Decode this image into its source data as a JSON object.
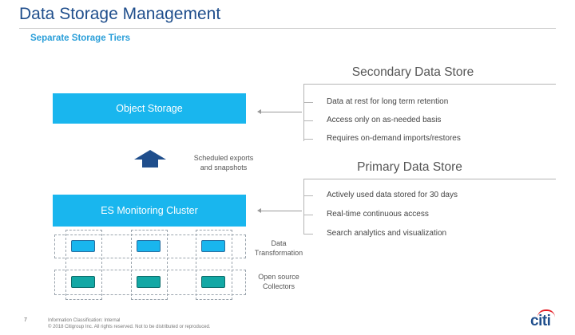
{
  "header": {
    "title": "Data Storage Management",
    "subtitle": "Separate Storage Tiers"
  },
  "tiers": {
    "object_storage": "Object Storage",
    "es_cluster": "ES Monitoring Cluster",
    "between_label_1": "Scheduled exports",
    "between_label_2": "and snapshots"
  },
  "secondary": {
    "heading": "Secondary Data Store",
    "bullets": [
      "Data at rest for long term retention",
      "Access only on as-needed basis",
      "Requires on-demand imports/restores"
    ]
  },
  "primary": {
    "heading": "Primary Data Store",
    "bullets": [
      "Actively used data stored for 30 days",
      "Real-time continuous access",
      "Search analytics and visualization"
    ]
  },
  "nodes": {
    "data_transformation_1": "Data",
    "data_transformation_2": "Transformation",
    "collectors_1": "Open source",
    "collectors_2": "Collectors"
  },
  "footer": {
    "page": "7",
    "classification": "Information Classification: Internal",
    "copyright": "© 2018 Citigroup Inc. All rights reserved. Not to be distributed or reproduced."
  },
  "logo": {
    "text": "citi"
  },
  "colors": {
    "title": "#1f4e8c",
    "subtitle": "#2b9fd9",
    "tier_box": "#19b6ee",
    "collector_node": "#13a8a5",
    "logo_arc": "#e31b23"
  }
}
